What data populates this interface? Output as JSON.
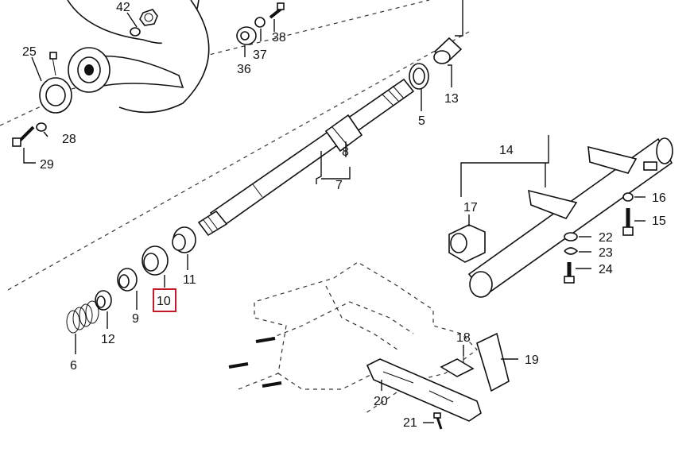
{
  "diagram": {
    "highlight_color": "#c8192a",
    "highlighted_label": "10",
    "labels": {
      "p5": "5",
      "p6": "6",
      "p7": "7",
      "p8": "8",
      "p9": "9",
      "p10": "10",
      "p11": "11",
      "p12": "12",
      "p13": "13",
      "p14": "14",
      "p15": "15",
      "p16": "16",
      "p17": "17",
      "p18": "18",
      "p19": "19",
      "p20": "20",
      "p21": "21",
      "p22": "22",
      "p23": "23",
      "p24": "24",
      "p25": "25",
      "p28": "28",
      "p29": "29",
      "p36": "36",
      "p37": "37",
      "p38": "38",
      "p42": "42"
    }
  }
}
